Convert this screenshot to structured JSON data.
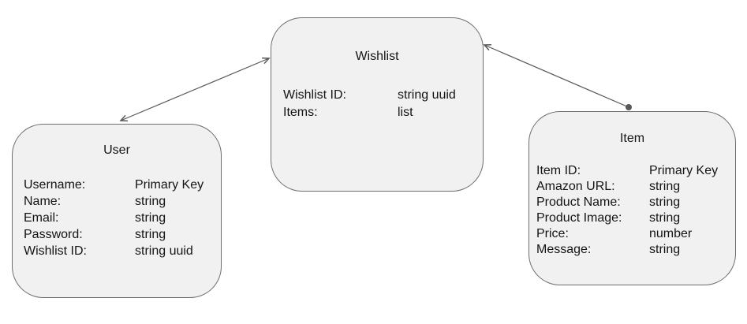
{
  "diagram": {
    "entities": [
      {
        "id": "user",
        "title": "User",
        "fields": [
          {
            "label": "Username:",
            "value": "Primary Key"
          },
          {
            "label": "Name:",
            "value": "string"
          },
          {
            "label": "Email:",
            "value": "string"
          },
          {
            "label": "Password:",
            "value": "string"
          },
          {
            "label": "Wishlist ID:",
            "value": "string uuid"
          }
        ]
      },
      {
        "id": "wishlist",
        "title": "Wishlist",
        "fields": [
          {
            "label": "Wishlist ID:",
            "value": "string uuid"
          },
          {
            "label": "Items:",
            "value": "list"
          }
        ]
      },
      {
        "id": "item",
        "title": "Item",
        "fields": [
          {
            "label": "Item ID:",
            "value": "Primary Key"
          },
          {
            "label": "Amazon URL:",
            "value": "string"
          },
          {
            "label": "Product Name:",
            "value": "string"
          },
          {
            "label": "Product Image:",
            "value": "string"
          },
          {
            "label": "Price:",
            "value": "number"
          },
          {
            "label": "Message:",
            "value": "string"
          }
        ]
      }
    ],
    "connectors": [
      {
        "from": "user",
        "to": "wishlist",
        "ends": "arrow-both"
      },
      {
        "from": "item",
        "to": "wishlist",
        "ends": "dot-at-item-arrow-at-wishlist"
      }
    ],
    "colors": {
      "card_fill": "#f1f1f2",
      "card_border": "#6e6e6e",
      "connector": "#595959",
      "text": "#141414",
      "background": "#ffffff"
    }
  }
}
